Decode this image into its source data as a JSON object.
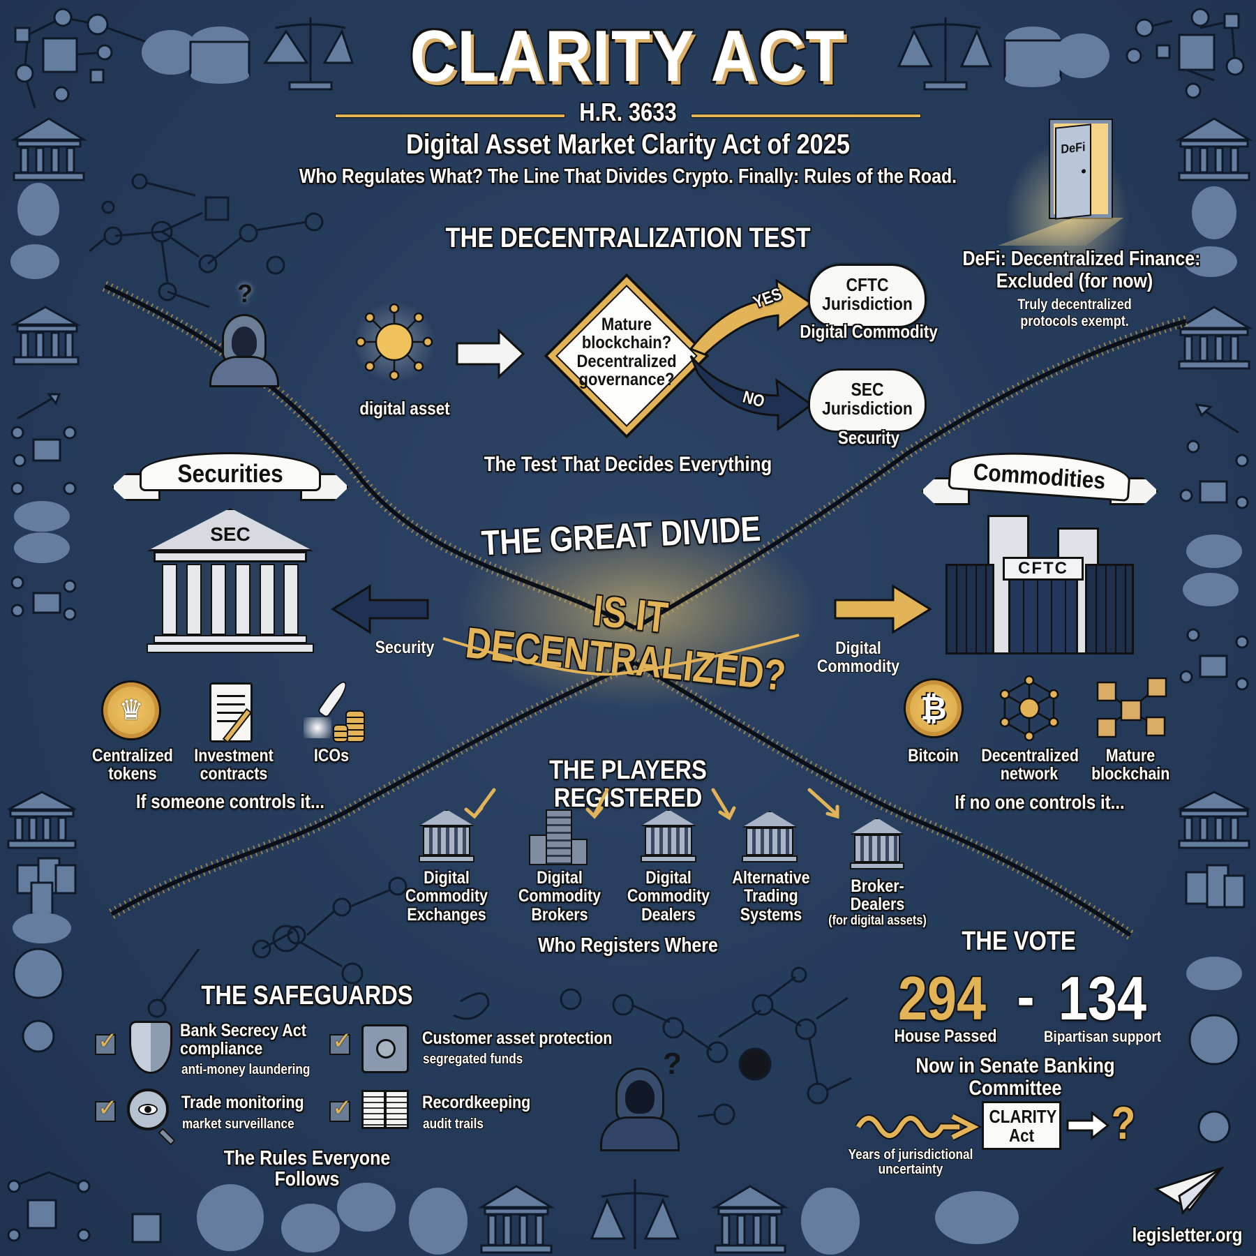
{
  "header": {
    "title": "CLARITY ACT",
    "bill_number": "H.R. 3633",
    "full_name": "Digital Asset Market Clarity Act of 2025",
    "tagline": "Who Regulates What? The Line That Divides Crypto. Finally: Rules of the Road."
  },
  "decentralization_test": {
    "heading": "THE DECENTRALIZATION TEST",
    "input_label": "digital asset",
    "question_lines": [
      "Mature",
      "blockchain?",
      "Decentralized",
      "governance?"
    ],
    "yes_label": "YES",
    "no_label": "NO",
    "yes_outcome": {
      "cloud_lines": [
        "CFTC",
        "Jurisdiction"
      ],
      "classification": "Digital Commodity"
    },
    "no_outcome": {
      "cloud_lines": [
        "SEC",
        "Jurisdiction"
      ],
      "classification": "Security"
    },
    "caption": "The Test That Decides Everything"
  },
  "defi": {
    "door_label": "DeFi",
    "heading_line1": "DeFi: Decentralized Finance:",
    "heading_line2": "Excluded (for now)",
    "sub_line1": "Truly decentralized",
    "sub_line2": "protocols exempt."
  },
  "great_divide": {
    "heading": "THE GREAT DIVIDE",
    "question": "IS IT DECENTRALIZED?",
    "left_label": "Security",
    "right_label_line1": "Digital",
    "right_label_line2": "Commodity"
  },
  "securities": {
    "banner": "Securities",
    "building_label": "SEC",
    "items": [
      {
        "icon": "crown-coin-icon",
        "line1": "Centralized",
        "line2": "tokens"
      },
      {
        "icon": "contract-scroll-icon",
        "line1": "Investment",
        "line2": "contracts"
      },
      {
        "icon": "rocket-coins-icon",
        "line1": "ICOs",
        "line2": ""
      }
    ],
    "caption": "If someone controls it..."
  },
  "commodities": {
    "banner": "Commodities",
    "building_label": "CFTC",
    "items": [
      {
        "icon": "bitcoin-icon",
        "line1": "Bitcoin",
        "line2": ""
      },
      {
        "icon": "network-icon",
        "line1": "Decentralized",
        "line2": "network"
      },
      {
        "icon": "blockchain-icon",
        "line1": "Mature",
        "line2": "blockchain"
      }
    ],
    "caption": "If no one controls it..."
  },
  "players": {
    "heading": "THE PLAYERS REGISTERED",
    "items": [
      {
        "icon": "bank-icon",
        "lines": [
          "Digital",
          "Commodity",
          "Exchanges"
        ]
      },
      {
        "icon": "office-building-icon",
        "lines": [
          "Digital",
          "Commodity",
          "Brokers"
        ]
      },
      {
        "icon": "bank-icon",
        "lines": [
          "Digital",
          "Commodity",
          "Dealers"
        ]
      },
      {
        "icon": "bank-icon",
        "lines": [
          "Alternative",
          "Trading",
          "Systems"
        ]
      },
      {
        "icon": "bank-icon",
        "lines": [
          "Broker-Dealers",
          "(for digital assets)"
        ]
      }
    ],
    "caption": "Who Registers Where"
  },
  "safeguards": {
    "heading": "THE SAFEGUARDS",
    "items": [
      {
        "icon": "shield-icon",
        "title_line1": "Bank Secrecy Act",
        "title_line2": "compliance",
        "sub": "anti-money laundering",
        "checked": true
      },
      {
        "icon": "safe-icon",
        "title_line1": "Customer asset protection",
        "title_line2": "",
        "sub": "segregated funds",
        "checked": true
      },
      {
        "icon": "magnifier-eye-icon",
        "title_line1": "Trade monitoring",
        "title_line2": "",
        "sub": "market surveillance",
        "checked": true
      },
      {
        "icon": "open-book-icon",
        "title_line1": "Recordkeeping",
        "title_line2": "",
        "sub": "audit trails",
        "checked": true
      }
    ],
    "caption": "The Rules Everyone Follows"
  },
  "vote": {
    "heading": "THE VOTE",
    "yeas": "294",
    "separator": "-",
    "nays": "134",
    "yeas_label": "House Passed",
    "nays_label": "Bipartisan support",
    "status": "Now in Senate Banking Committee",
    "timeline_from_line1": "Years of jurisdictional",
    "timeline_from_line2": "uncertainty",
    "timeline_box_line1": "CLARITY",
    "timeline_box_line2": "Act",
    "timeline_next": "?"
  },
  "footer": {
    "site": "legisletter.org"
  },
  "colors": {
    "background": "#253b5a",
    "gold": "#e3b457",
    "doodle": "#6d86a8",
    "white": "#ffffff"
  }
}
